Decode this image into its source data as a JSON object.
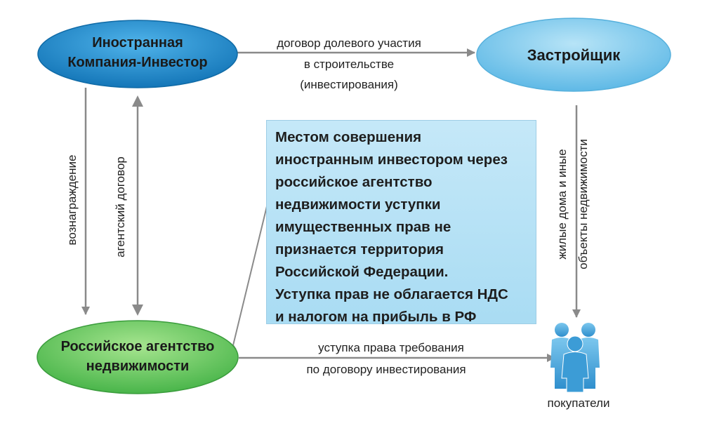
{
  "nodes": {
    "investor": {
      "line1": "Иностранная",
      "line2": "Компания-Инвестор"
    },
    "developer": {
      "label": "Застройщик"
    },
    "agency": {
      "line1": "Российское агентство",
      "line2": "недвижимости"
    },
    "buyers": {
      "label": "покупатели"
    }
  },
  "edges": {
    "equity_contract": {
      "line1": "договор долевого участия",
      "line2": "в строительстве",
      "line3": "(инвестирования)"
    },
    "remuneration": {
      "label": "вознаграждение"
    },
    "agency_contract": {
      "label": "агентский договор"
    },
    "housing": {
      "line1": "жилые дома и иные",
      "line2": "объекты недвижимости"
    },
    "assignment": {
      "line1": "уступка права требования",
      "line2": "по договору инвестирования"
    }
  },
  "note": {
    "lines": [
      "Местом совершения",
      "иностранным инвестором через",
      "российское агентство",
      "недвижимости уступки",
      "имущественных прав не",
      "признается территория",
      "Российской Федерации.",
      "Уступка прав не облагается НДС",
      "и налогом на прибыль в РФ"
    ]
  },
  "colors": {
    "investor_fill": "#1d86c6",
    "developer_fill": "#79c6ea",
    "agency_fill": "#6ccb63",
    "arrow": "#8a8a8a",
    "note_fill": "#b8e2f6",
    "people": "#4aa8dc"
  }
}
